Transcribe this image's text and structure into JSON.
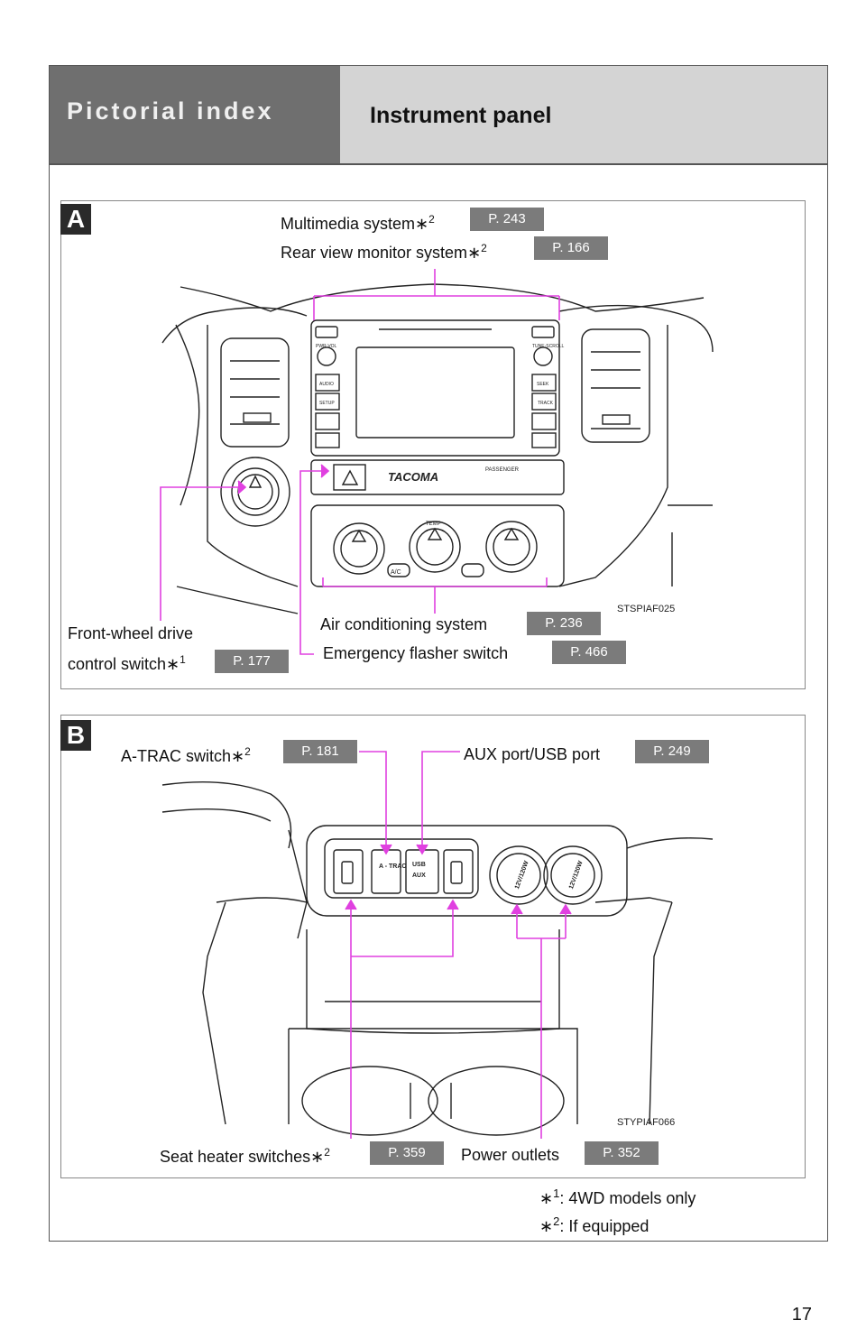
{
  "header": {
    "section_title": "Pictorial index",
    "page_subtitle": "Instrument panel"
  },
  "panel_a": {
    "tag": "A",
    "callouts": [
      {
        "id": "multimedia",
        "label": "Multimedia system",
        "mark": "2",
        "page": "P. 243"
      },
      {
        "id": "rear_view",
        "label": "Rear view monitor system",
        "mark": "2",
        "page": "P. 166"
      },
      {
        "id": "front_wheel_1",
        "label": "Front-wheel drive"
      },
      {
        "id": "front_wheel_2",
        "label": "control switch",
        "mark": "1",
        "page": "P. 177"
      },
      {
        "id": "air_con",
        "label": "Air conditioning system",
        "page": "P. 236"
      },
      {
        "id": "flasher",
        "label": "Emergency flasher switch",
        "page": "P. 466"
      }
    ],
    "figure_code": "STSPIAF025",
    "figure_texts": {
      "brand": "TACOMA",
      "passenger": "PASSENGER",
      "temp": "TEMP",
      "ac": "A/C",
      "pwr": "PWR·VOL",
      "tune": "TUNE·SCROLL",
      "audio": "AUDIO",
      "setup": "SETUP",
      "seek": "SEEK",
      "track": "TRACK"
    }
  },
  "panel_b": {
    "tag": "B",
    "callouts": [
      {
        "id": "atrac",
        "label": "A-TRAC switch",
        "mark": "2",
        "page": "P. 181"
      },
      {
        "id": "aux_usb",
        "label": "AUX port/USB port",
        "page": "P. 249"
      },
      {
        "id": "seat_heater",
        "label": "Seat heater switches",
        "mark": "2",
        "page": "P. 359"
      },
      {
        "id": "power",
        "label": "Power outlets",
        "page": "P. 352"
      }
    ],
    "figure_code": "STYPIAF066",
    "figure_texts": {
      "atrac": "A - TRAC",
      "usb": "USB",
      "aux": "AUX",
      "outlet": "12V/120W"
    }
  },
  "footnotes": [
    {
      "mark": "1",
      "text": ": 4WD models only"
    },
    {
      "mark": "2",
      "text": ": If equipped"
    }
  ],
  "page_number": "17",
  "colors": {
    "callout_line": "#e040e0",
    "page_badge": "#7b7b7b",
    "header_dark": "#6f6f6f",
    "header_light": "#d4d4d4"
  }
}
